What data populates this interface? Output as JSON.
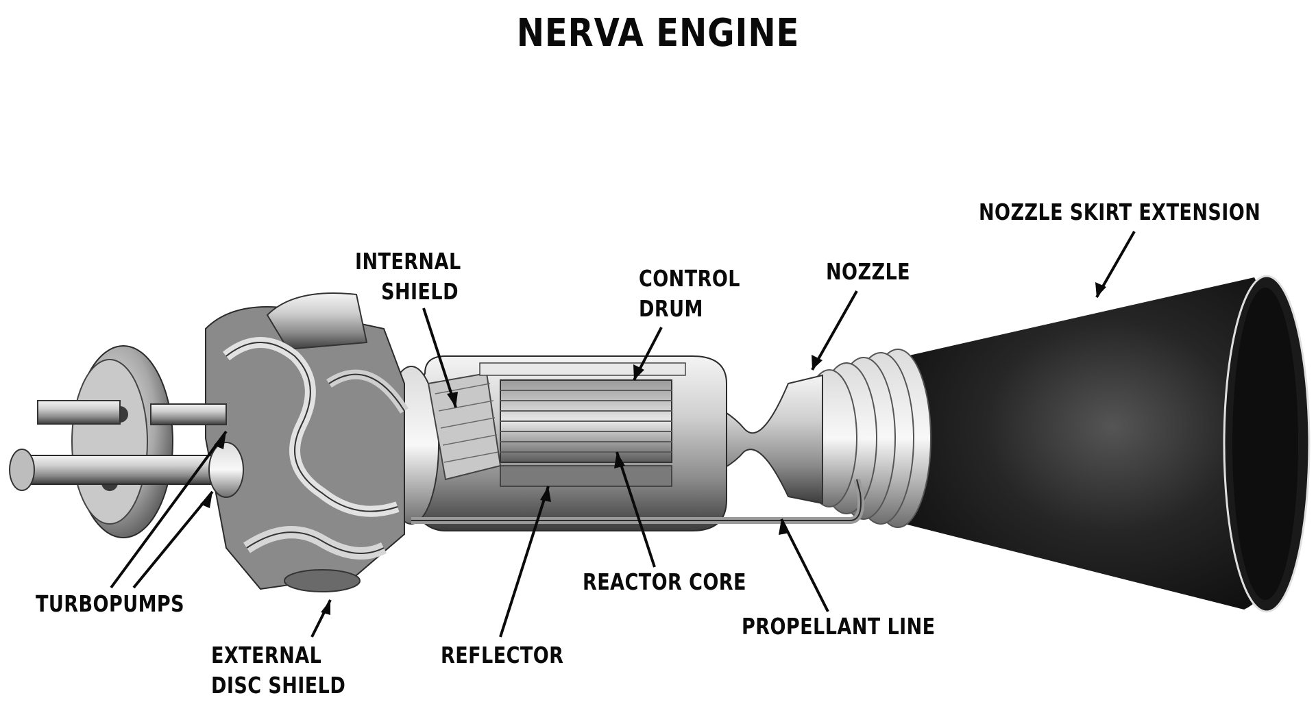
{
  "title": "NERVA ENGINE",
  "labels": {
    "turbopumps": "TURBOPUMPS",
    "external_disc_shield": [
      "EXTERNAL",
      "DISC SHIELD"
    ],
    "internal_shield": [
      "INTERNAL",
      "SHIELD"
    ],
    "control_drum": [
      "CONTROL",
      "DRUM"
    ],
    "nozzle": "NOZZLE",
    "nozzle_skirt_extension": "NOZZLE SKIRT EXTENSION",
    "reactor_core": "REACTOR CORE",
    "reflector": "REFLECTOR",
    "propellant_line": "PROPELLANT LINE"
  },
  "colors": {
    "ink": "#0a0a0a",
    "metal_light": "#e6e6e6",
    "metal_mid": "#9a9a9a",
    "metal_dark": "#3a3a3a",
    "skirt": "#161616"
  }
}
